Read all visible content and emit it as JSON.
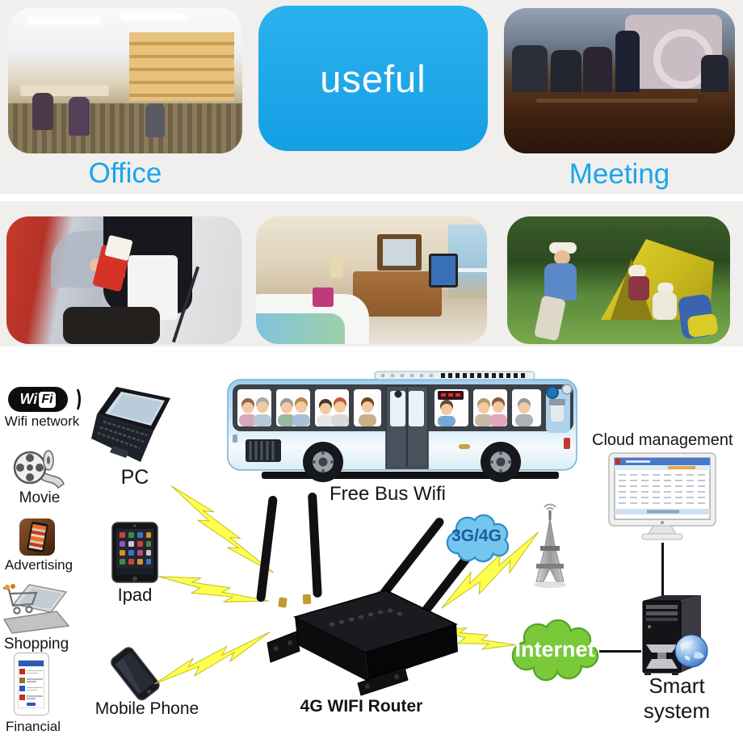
{
  "colors": {
    "accent_blue": "#1aa7e8",
    "lightning_yellow": "#ffff4d",
    "network_cloud_blue": "#74c6ee",
    "internet_green": "#79c93a"
  },
  "top_section": {
    "useful_label": "useful",
    "office_label": "Office",
    "meeting_label": "Meeting",
    "photos": [
      "office-interior",
      "boardroom-meeting",
      "travel-tickets",
      "hotel-room",
      "camping-trip"
    ]
  },
  "diagram": {
    "wifi_logo": {
      "wi": "Wi",
      "fi": "Fi"
    },
    "features": [
      {
        "icon": "wifi-logo",
        "label": "Wifi network"
      },
      {
        "icon": "movie-reel-icon",
        "label": "Movie"
      },
      {
        "icon": "advertising-phone-icon",
        "label": "Advertising"
      },
      {
        "icon": "shopping-cart-icon",
        "label": "Shopping"
      },
      {
        "icon": "financial-app-icon",
        "label": "Financial"
      }
    ],
    "devices": [
      {
        "icon": "laptop-icon",
        "label": "PC"
      },
      {
        "icon": "tablet-icon",
        "label": "Ipad"
      },
      {
        "icon": "smartphone-icon",
        "label": "Mobile Phone"
      }
    ],
    "bus_label": "Free Bus Wifi",
    "router_label": "4G WIFI Router",
    "network_cloud_label": "3G/4G",
    "internet_label": "Internet",
    "cloud_management_label": "Cloud management",
    "smart_system_label": "Smart system"
  }
}
